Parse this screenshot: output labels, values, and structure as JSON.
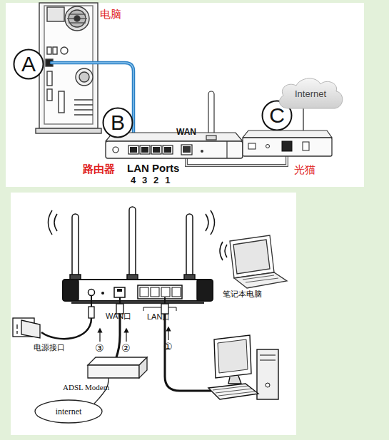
{
  "diagram": {
    "nodes": [
      {
        "text": [
          "A"
        ]
      },
      {
        "text": [
          "B"
        ]
      },
      {
        "text": [
          "C"
        ]
      },
      {
        "text": [
          "Internet"
        ]
      },
      {
        "text": [
          "光猫"
        ]
      },
      {
        "text": [
          "ADSL Modem"
        ]
      },
      {
        "text": [
          "internet"
        ]
      }
    ],
    "edges": [
      {
        "from": 4,
        "to": 3,
        "arrow": "none"
      },
      {
        "from": 5,
        "to": 6,
        "arrow": "none"
      }
    ],
    "labels": [
      "电脑",
      "WAN",
      "路由器",
      "LAN Ports",
      "4 3 2 1",
      "笔记本电脑",
      "WAN口",
      "LAN口",
      "电源接口",
      "③",
      "②",
      "①"
    ]
  }
}
